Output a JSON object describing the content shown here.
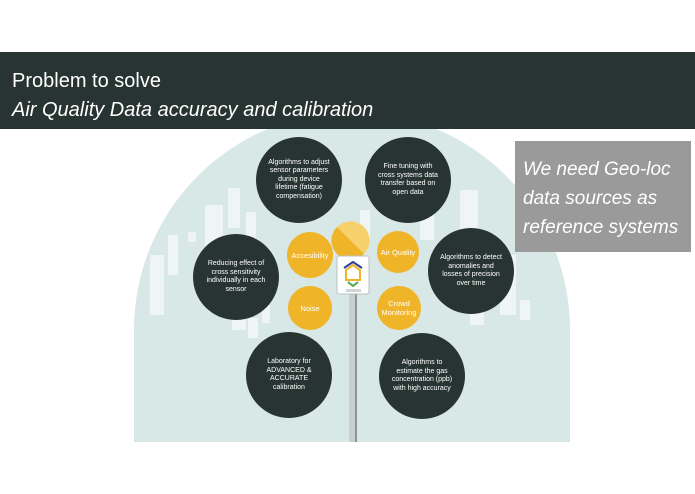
{
  "header": {
    "title": "Problem to solve",
    "subtitle": "Air Quality Data accuracy and calibration"
  },
  "callout": {
    "lines": [
      "We need Geo-loc",
      "data sources as",
      "reference systems"
    ]
  },
  "dark_bubbles": [
    {
      "text": "Algorithms to adjust sensor parameters during device lifetime (fatigue compensation)"
    },
    {
      "text": "Fine tuning with cross systems data transfer based on open data"
    },
    {
      "text": "Reducing effect of cross sensitivity individually in each sensor"
    },
    {
      "text": "Algorithms to detect anomalies and losses of precision over time"
    },
    {
      "text": "Laboratory for ADVANCED & ACCURATE calibration"
    },
    {
      "text": "Algorithms to estimate the gas concentration (ppb) with high accuracy"
    }
  ],
  "yellow_bubbles": [
    {
      "text": "Accesibility"
    },
    {
      "text": "Air Quality"
    },
    {
      "text": "Noise"
    },
    {
      "text": "Crowd Monitoring"
    }
  ],
  "colors": {
    "header_bg": "#273432",
    "bubble_dark": "#273432",
    "bubble_yellow": "#f0b429",
    "callout_bg": "#9a9a9a",
    "background_arch": "#d7e8e6"
  },
  "icons": {
    "device": "sensor-device-icon",
    "lamp": "street-lamp-icon"
  }
}
